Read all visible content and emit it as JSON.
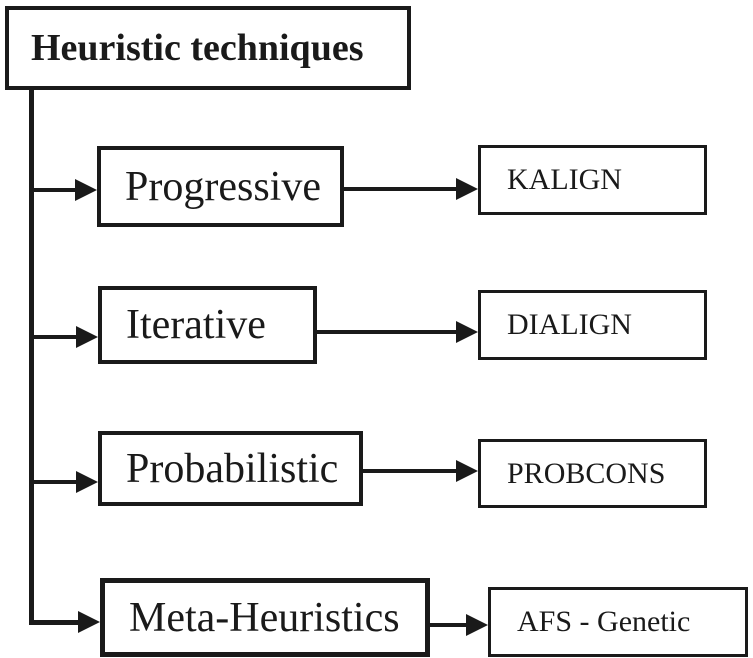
{
  "diagram": {
    "root_label": "Heuristic techniques",
    "rows": [
      {
        "category": "Progressive",
        "tool": "KALIGN"
      },
      {
        "category": "Iterative",
        "tool": "DIALIGN"
      },
      {
        "category": "Probabilistic",
        "tool": "PROBCONS"
      },
      {
        "category": "Meta-Heuristics",
        "tool": "AFS - Genetic"
      }
    ],
    "colors": {
      "ink": "#1a1a1a",
      "background": "#ffffff"
    }
  }
}
